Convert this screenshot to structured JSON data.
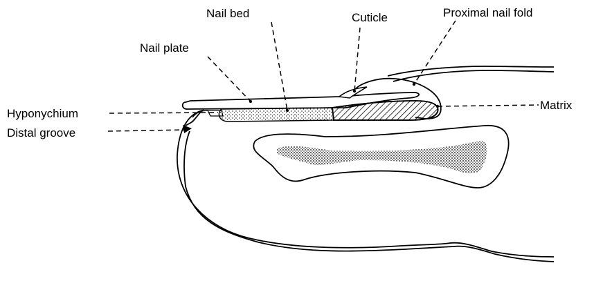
{
  "labels": {
    "nail_bed": "Nail bed",
    "cuticle": "Cuticle",
    "proximal_nail_fold": "Proximal nail fold",
    "nail_plate": "Nail plate",
    "hyponychium": "Hyponychium",
    "matrix": "Matrix",
    "distal_groove": "Distal groove"
  },
  "colors": {
    "ink": "#000000",
    "background": "#ffffff"
  }
}
